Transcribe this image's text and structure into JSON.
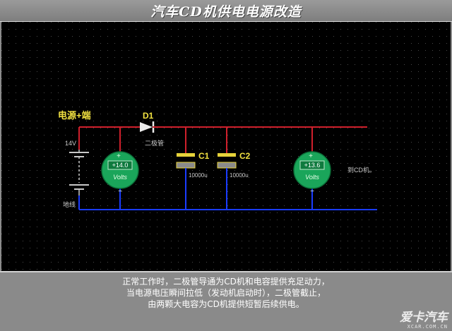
{
  "title": "汽车CD机供电电源改造",
  "labels": {
    "power_pos": "电源+端",
    "battery_voltage": "14V",
    "ground": "地线",
    "diode_name": "D1",
    "diode_desc": "二极管",
    "c1_name": "C1",
    "c1_value": "10000u",
    "c2_name": "C2",
    "c2_value": "10000u",
    "to_cd": "到CD机。"
  },
  "meters": [
    {
      "reading": "+14.0",
      "unit": "Volts",
      "plus": "+",
      "minus": "−"
    },
    {
      "reading": "+13.6",
      "unit": "Volts",
      "plus": "+",
      "minus": "−"
    }
  ],
  "caption": [
    "正常工作时，二极管导通为CD机和电容提供充足动力，",
    "当电源电压瞬间拉低（发动机启动时），二极管截止，",
    "由两颗大电容为CD机提供短暂后续供电。"
  ],
  "watermark": {
    "main": "爱卡汽车",
    "sub": "XCAR.COM.CN"
  },
  "colors": {
    "positive_wire": "#d0202c",
    "ground_wire": "#1a3cff",
    "meter": "#1aa55a",
    "label": "#f0e040",
    "grid": "#4a4a4a"
  }
}
